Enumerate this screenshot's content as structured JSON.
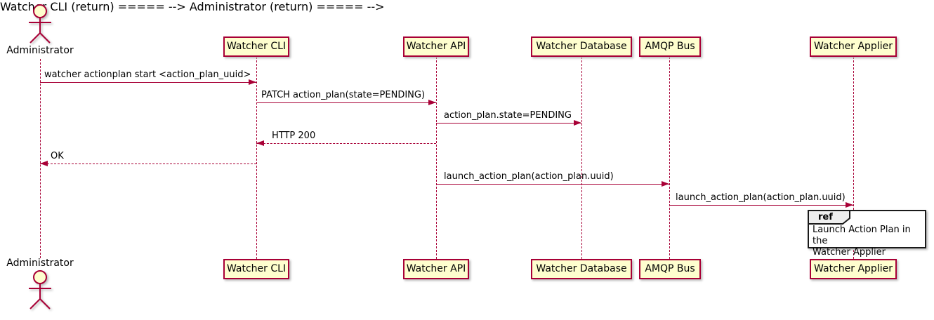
{
  "diagram_type": "uml-sequence-diagram",
  "actor": {
    "name": "Administrator"
  },
  "participants": [
    {
      "id": "watcher-cli",
      "label": "Watcher CLI"
    },
    {
      "id": "watcher-api",
      "label": "Watcher API"
    },
    {
      "id": "watcher-database",
      "label": "Watcher Database"
    },
    {
      "id": "amqp-bus",
      "label": "AMQP Bus"
    },
    {
      "id": "watcher-applier",
      "label": "Watcher Applier"
    }
  ],
  "messages": [
    {
      "from": "Administrator",
      "to": "Watcher CLI",
      "label": "watcher actionplan start <action_plan_uuid>",
      "line": "solid",
      "direction": "right"
    },
    {
      "from": "Watcher CLI",
      "to": "Watcher API",
      "label": "PATCH action_plan(state=PENDING)",
      "line": "solid",
      "direction": "right"
    },
    {
      "from": "Watcher API",
      "to": "Watcher Database",
      "label": "action_plan.state=PENDING",
      "line": "solid",
      "direction": "right"
    },
    {
      "from": "Watcher API",
      "to": "Watcher CLI",
      "label": "HTTP 200",
      "line": "dashed",
      "direction": "left"
    },
    {
      "from": "Watcher CLI",
      "to": "Administrator",
      "label": "OK",
      "line": "dashed",
      "direction": "left"
    },
    {
      "from": "Watcher API",
      "to": "AMQP Bus",
      "label": "launch_action_plan(action_plan.uuid)",
      "line": "solid",
      "direction": "right"
    },
    {
      "from": "AMQP Bus",
      "to": "Watcher Applier",
      "label": "launch_action_plan(action_plan.uuid)",
      "line": "solid",
      "direction": "right"
    }
  ],
  "ref_fragment": {
    "keyword": "ref",
    "over": "Watcher Applier",
    "text": "Launch Action Plan in the\nWatcher Applier"
  },
  "colors": {
    "accent": "#A80036",
    "participant_fill": "#FEFECE",
    "ref_header_fill": "#EEEEEE",
    "ref_border": "#1A1A1A",
    "text": "#000000",
    "background": "#FFFFFF"
  }
}
